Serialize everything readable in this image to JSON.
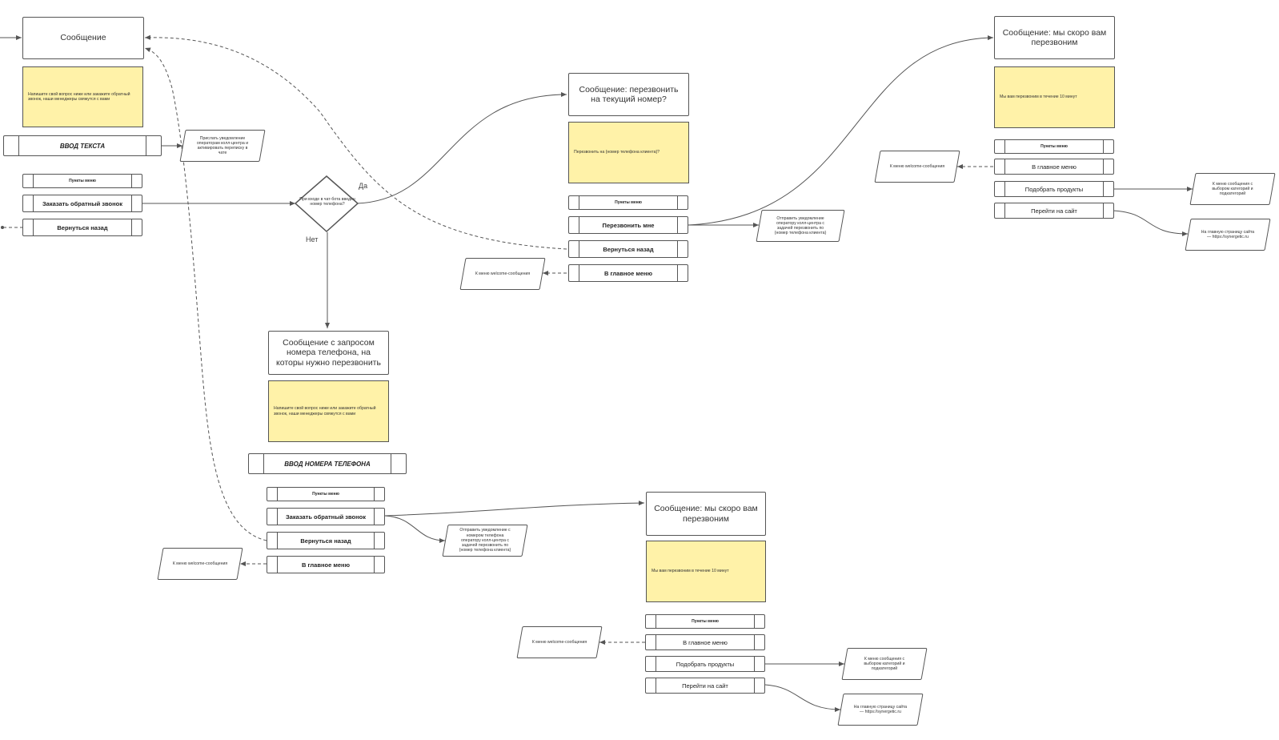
{
  "nodes": {
    "msg_main": "Сообщение",
    "note_main": "Напишите свой вопрос ниже или закажите обратный звонок, наши менеджеры свяжутся с вами",
    "input_text": "ВВОД ТЕКСТА",
    "notify_operator_chat": "Прислать уведомление операторам колл-центра и активировать переписку в чате",
    "menu_items_1": "Пункты меню",
    "order_call_1": "Заказать обратный звонок",
    "back_1": "Вернуться назад",
    "decision": "При входе в чат-бота введен номер телефона?",
    "yes": "Да",
    "no": "Нет",
    "msg_recall_current": "Сообщение: перезвонить на текущий номер?",
    "note_recall_current": "Перезвонить на {номер телефона клиента}?",
    "menu_items_2": "Пункты меню",
    "call_me": "Перезвонить мне",
    "back_2": "Вернуться назад",
    "main_menu_2": "В главное меню",
    "to_welcome_2": "К меню welcome-сообщения",
    "notify_recall_client": "Отправить уведомление оператору колл-центра с задачей перезвонить по {номер телефона клиента}",
    "msg_soon_1": "Сообщение: мы скоро вам перезвоним",
    "note_soon_1": "Мы вам перезвоним в течение 10 минут",
    "menu_items_3": "Пункты меню",
    "main_menu_3": "В главное меню",
    "pick_products_3": "Подобрать продукты",
    "go_site_3": "Перейти на сайт",
    "to_welcome_3": "К меню welcome-сообщения",
    "to_categories_3": "К меню сообщения с выбором категорий и подкатегорий",
    "to_site_3": "На главную страницу сайта — https://synergetic.ru",
    "msg_phone_request": "Сообщение с запросом номера телефона, на которы нужно перезвонить",
    "note_phone_request": "Напишите свой вопрос ниже или закажите обратный звонок, наши менеджеры свяжутся с вами",
    "input_phone": "ВВОД НОМЕРА ТЕЛЕФОНА",
    "menu_items_4": "Пункты меню",
    "order_call_4": "Заказать обратный звонок",
    "back_4": "Вернуться назад",
    "main_menu_4": "В главное меню",
    "to_welcome_4": "К меню welcome-сообщения",
    "notify_recall_number": "Отправить уведомление с номером телефона оператору колл-центра с задачей перезвонить по {номер телефона клиента}",
    "msg_soon_2": "Сообщение: мы скоро вам перезвоним",
    "note_soon_2": "Мы вам перезвоним в течение 10 минут",
    "menu_items_5": "Пункты меню",
    "main_menu_5": "В главное меню",
    "pick_products_5": "Подобрать продукты",
    "go_site_5": "Перейти на сайт",
    "to_welcome_5": "К меню welcome-сообщения",
    "to_categories_5": "К меню сообщения с выбором категорий и подкатегорий",
    "to_site_5": "На главную страницу сайта — https://synergetic.ru"
  },
  "colors": {
    "note_fill": "#fff2a8",
    "stroke": "#555555"
  }
}
